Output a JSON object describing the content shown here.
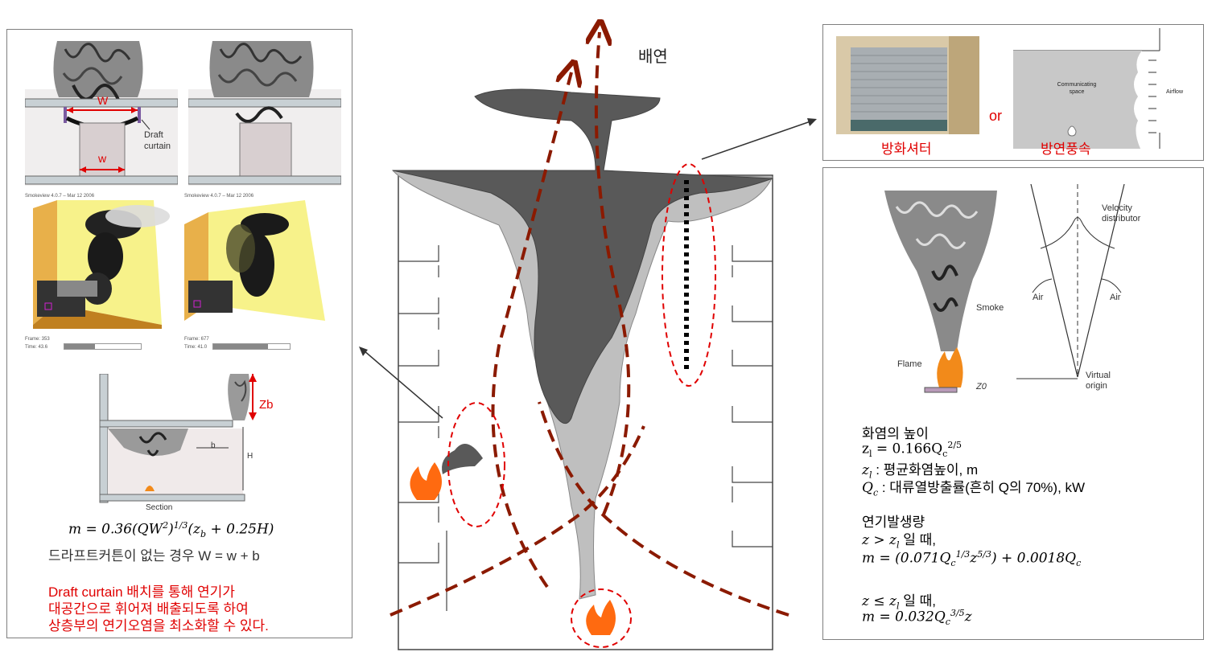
{
  "left": {
    "w_top": "W",
    "w_bottom": "w",
    "draft_curtain": "Draft curtain",
    "sim_title": "Smokeview 4.0.7 – Mar 12 2006",
    "sim_left_frame": "Frame: 353",
    "sim_left_time": "Time: 43.6",
    "sim_right_frame": "Frame: 677",
    "sim_right_time": "Time: 41.0",
    "zb": "Zb",
    "b": "b",
    "h": "H",
    "section": "Section",
    "formula_main": "m = 0.36(QW²)^1/3(z_b + 0.25H)",
    "note_no_curtain": "드라프트커튼이 없는 경우 W = w + b",
    "red_note": [
      "Draft curtain 배치를 통해 연기가",
      "대공간으로 휘어져 배출되도록 하여",
      "상층부의 연기오염을 최소화할 수 있다."
    ]
  },
  "center": {
    "exhaust_label": "배연"
  },
  "top_right": {
    "or": "or",
    "shutter_label": "방화셔터",
    "wind_label": "방연풍속",
    "communicating_space": "Communicating space",
    "airflow": "Airflow"
  },
  "bottom_right": {
    "velocity": "Velocity distributor",
    "smoke": "Smoke",
    "air_left": "Air",
    "air_right": "Air",
    "flame": "Flame",
    "z0": "Z0",
    "virtual_origin": "Virtual origin",
    "flame_height_title": "화염의 높이",
    "flame_height_formula": "z_l = 0.166Q_c^2/5",
    "zl_def": ": 평균화염높이, m",
    "qc_def": ": 대류열방출률(흔히 Q의 70%), kW",
    "smoke_gen_title": "연기발생량",
    "cond1": "일 때,",
    "formula1": "m = (0.071Q_c^1/3 z^5/3) + 0.0018Q_c",
    "cond2": "일 때,",
    "formula2": "m = 0.032Q_c^3/5 z"
  },
  "colors": {
    "smoke_dark": "#595959",
    "smoke_light": "#bfbfbf",
    "dashed_red": "#8b1a00",
    "accent_red": "#e00000"
  }
}
